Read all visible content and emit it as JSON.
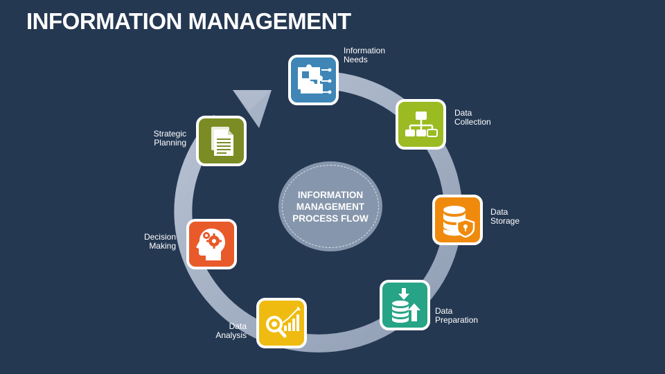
{
  "title": "INFORMATION MANAGEMENT",
  "center_label": "INFORMATION MANAGEMENT PROCESS FLOW",
  "colors": {
    "background": "#253852",
    "ring": "#a6b2c6",
    "center": "#8696ac"
  },
  "steps": [
    {
      "line1": "Information",
      "line2": "Needs",
      "color": "#3f86b7",
      "icon": "puzzle-flow-icon"
    },
    {
      "line1": "Data",
      "line2": "Collection",
      "color": "#9bbb22",
      "icon": "hierarchy-icon"
    },
    {
      "line1": "Data",
      "line2": "Storage",
      "color": "#f08a0c",
      "icon": "database-shield-icon"
    },
    {
      "line1": "Data",
      "line2": "Preparation",
      "color": "#27a386",
      "icon": "database-arrows-icon"
    },
    {
      "line1": "Data",
      "line2": "Analysis",
      "color": "#efbb10",
      "icon": "magnifier-chart-icon"
    },
    {
      "line1": "Decision",
      "line2": "Making",
      "color": "#e85a2a",
      "icon": "head-gears-icon"
    },
    {
      "line1": "Strategic",
      "line2": "Planning",
      "color": "#7c8c24",
      "icon": "documents-icon"
    }
  ]
}
